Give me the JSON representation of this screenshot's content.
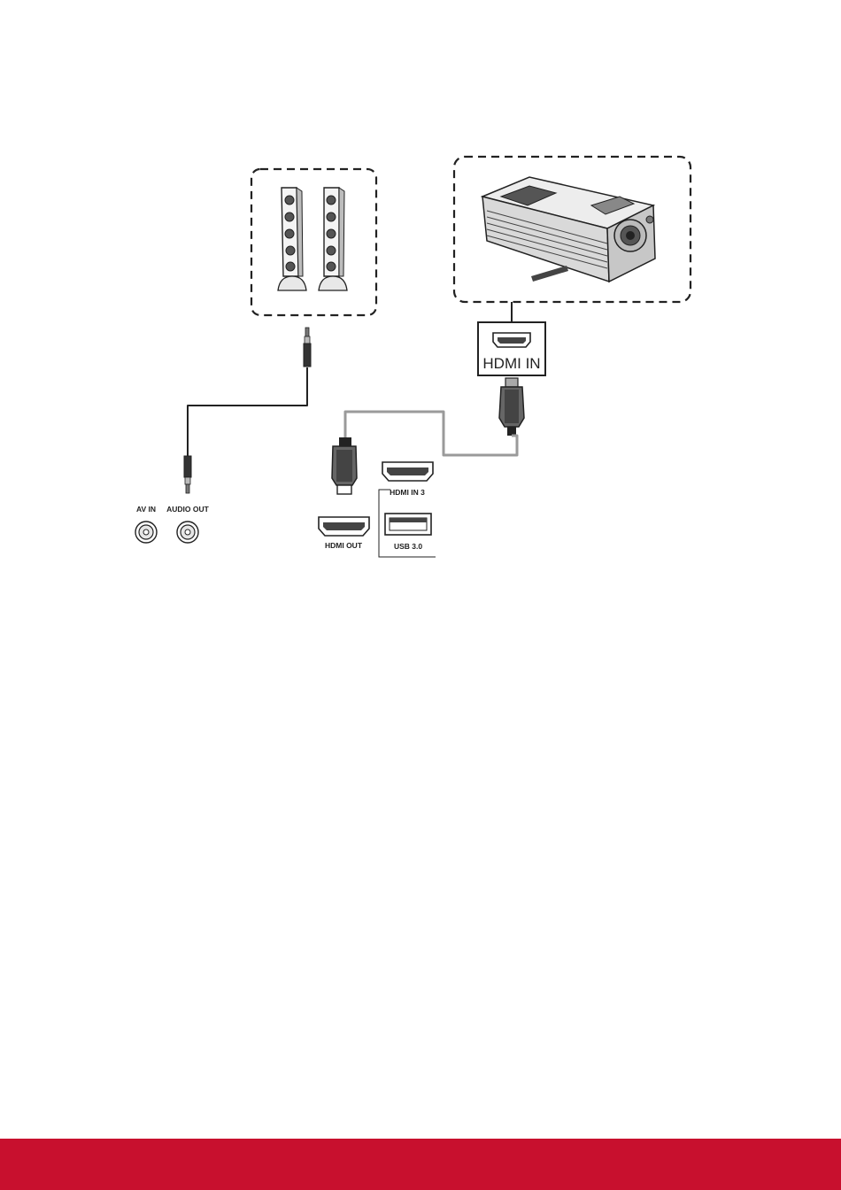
{
  "labels": {
    "projector_port": "HDMI IN",
    "av_in": "AV IN",
    "audio_out": "AUDIO OUT",
    "hdmi_out": "HDMI OUT",
    "hdmi_in_3": "HDMI IN 3",
    "usb_3": "USB 3.0"
  },
  "icons": [
    "speakers-icon",
    "projector-icon",
    "hdmi-plug-icon",
    "audio-jack-icon",
    "hdmi-port-icon",
    "usb-port-icon",
    "rca-port-icon"
  ],
  "colors": {
    "footer": "#c8102e",
    "cable": "#9a9a9a",
    "audio_cable": "#222222"
  }
}
